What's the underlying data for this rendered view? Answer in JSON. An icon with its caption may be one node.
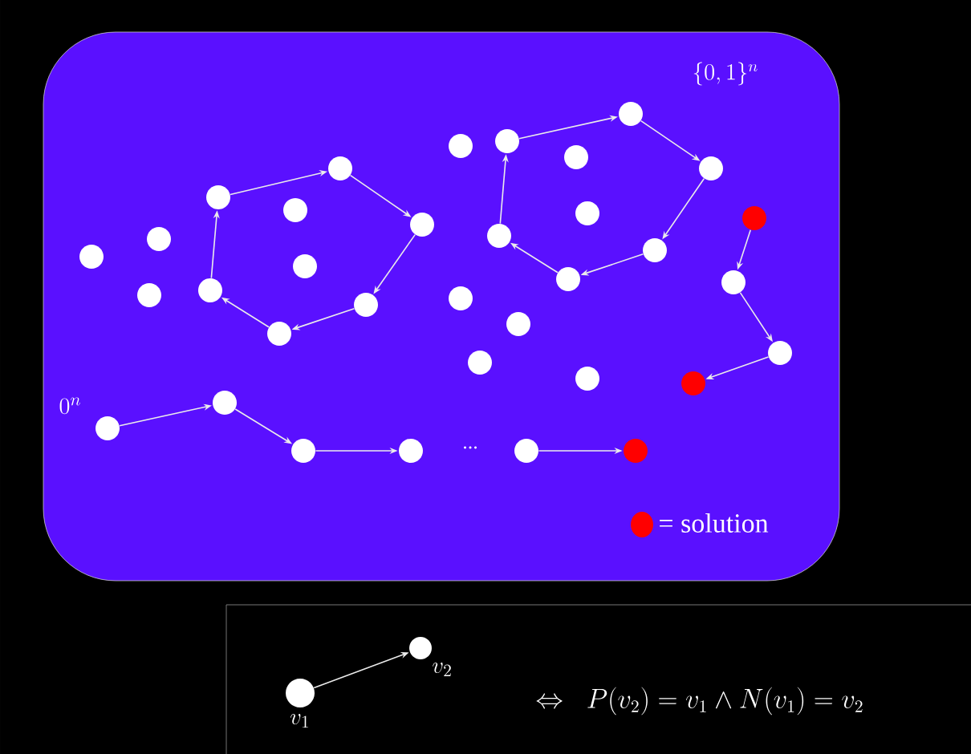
{
  "diagram": {
    "nodes": [
      {
        "text": [
          "\\{0,1\\}^{n}"
        ]
      },
      {
        "text": [],
        "shape": "circle",
        "in": 0
      },
      {
        "text": [],
        "shape": "circle",
        "in": 0
      },
      {
        "text": [],
        "shape": "circle",
        "in": 0
      },
      {
        "text": [],
        "shape": "circle",
        "in": 0
      },
      {
        "text": [],
        "shape": "circle",
        "in": 0
      },
      {
        "text": [],
        "shape": "circle",
        "in": 0
      },
      {
        "text": [],
        "shape": "circle",
        "in": 0
      },
      {
        "text": [],
        "shape": "circle",
        "in": 0
      },
      {
        "text": [],
        "shape": "circle",
        "in": 0
      },
      {
        "text": [],
        "shape": "circle",
        "in": 0
      },
      {
        "text": [],
        "shape": "circle",
        "in": 0
      },
      {
        "text": [],
        "shape": "circle",
        "in": 0
      },
      {
        "text": [],
        "shape": "circle",
        "in": 0
      },
      {
        "text": [],
        "shape": "circle",
        "in": 0
      },
      {
        "text": [],
        "shape": "circle",
        "in": 0
      },
      {
        "text": [],
        "shape": "circle",
        "in": 0
      },
      {
        "text": [],
        "shape": "circle",
        "in": 0
      },
      {
        "text": [],
        "shape": "circle",
        "in": 0
      },
      {
        "text": [],
        "shape": "circle",
        "in": 0
      },
      {
        "text": [],
        "shape": "circle",
        "in": 0
      },
      {
        "text": [],
        "shape": "circle",
        "in": 0
      },
      {
        "text": [],
        "shape": "circle",
        "in": 0
      },
      {
        "text": [],
        "shape": "circle",
        "in": 0
      },
      {
        "text": [],
        "shape": "circle",
        "in": 0
      },
      {
        "text": [],
        "shape": "circle",
        "in": 0
      },
      {
        "text": [],
        "shape": "circle",
        "in": 0
      },
      {
        "text": [],
        "shape": "circle",
        "in": 0
      },
      {
        "text": [],
        "shape": "circle",
        "in": 0
      },
      {
        "text": [],
        "shape": "circle",
        "in": 0
      },
      {
        "text": [],
        "shape": "circle",
        "in": 0,
        "beside": [
          "0^{n}"
        ]
      },
      {
        "text": [],
        "shape": "circle",
        "in": 0
      },
      {
        "text": [],
        "shape": "circle",
        "in": 0
      },
      {
        "text": [],
        "shape": "circle",
        "in": 0
      },
      {
        "text": [],
        "shape": "circle",
        "in": 0
      },
      {
        "text": [
          "\\Leftrightarrow\\;\\; P(v_2) = v_1 \\wedge N(v_1) = v_2"
        ]
      },
      {
        "text": [],
        "shape": "circle",
        "in": 35,
        "beside": [
          "v_2"
        ]
      },
      {
        "text": [],
        "shape": "circle",
        "in": 35,
        "beside": [
          "v_1"
        ]
      }
    ],
    "edges": [
      {
        "from": 2,
        "to": 1,
        "arrow": "to"
      },
      {
        "from": 1,
        "to": 6,
        "arrow": "to"
      },
      {
        "from": 6,
        "to": 14,
        "arrow": "to"
      },
      {
        "from": 14,
        "to": 17,
        "arrow": "to"
      },
      {
        "from": 17,
        "to": 12,
        "arrow": "to"
      },
      {
        "from": 12,
        "to": 2,
        "arrow": "to"
      },
      {
        "from": 7,
        "to": 5,
        "arrow": "to"
      },
      {
        "from": 5,
        "to": 11,
        "arrow": "to"
      },
      {
        "from": 11,
        "to": 22,
        "arrow": "to"
      },
      {
        "from": 22,
        "to": 24,
        "arrow": "to"
      },
      {
        "from": 24,
        "to": 19,
        "arrow": "to"
      },
      {
        "from": 19,
        "to": 7,
        "arrow": "to"
      },
      {
        "from": 10,
        "to": 18,
        "arrow": "to"
      },
      {
        "from": 18,
        "to": 25,
        "arrow": "to"
      },
      {
        "from": 25,
        "to": 28,
        "arrow": "to"
      },
      {
        "from": 30,
        "to": 29,
        "arrow": "to"
      },
      {
        "from": 29,
        "to": 31,
        "arrow": "to"
      },
      {
        "from": 31,
        "to": 32,
        "arrow": "to"
      },
      {
        "from": 33,
        "to": 34,
        "arrow": "to"
      },
      {
        "from": 37,
        "to": 36,
        "arrow": "to"
      }
    ],
    "labels": [
      "..."
    ],
    "legend": [
      {
        "text": "= solution",
        "color": "#ff0000"
      }
    ]
  }
}
